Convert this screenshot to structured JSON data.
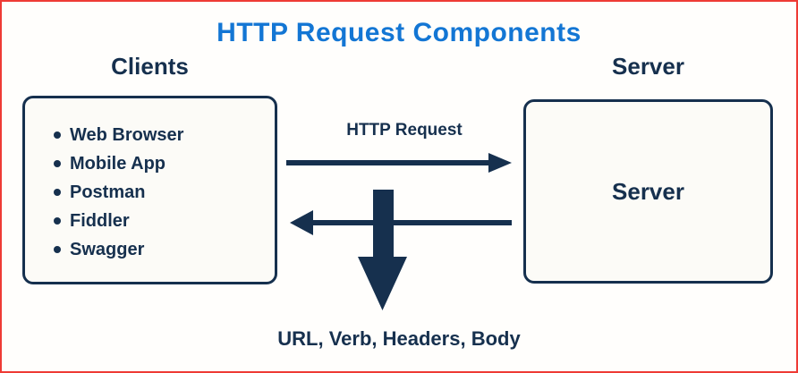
{
  "title": "HTTP Request Components",
  "clients": {
    "heading": "Clients",
    "items": [
      "Web Browser",
      "Mobile App",
      "Postman",
      "Fiddler",
      "Swagger"
    ]
  },
  "server": {
    "heading": "Server",
    "box_label": "Server"
  },
  "flows": {
    "request_label": "HTTP Request",
    "components_label": "URL, Verb, Headers, Body"
  },
  "colors": {
    "title_blue": "#1376d4",
    "navy": "#16304e",
    "border_red": "#ee3b35",
    "box_fill": "#fcfbf7"
  }
}
